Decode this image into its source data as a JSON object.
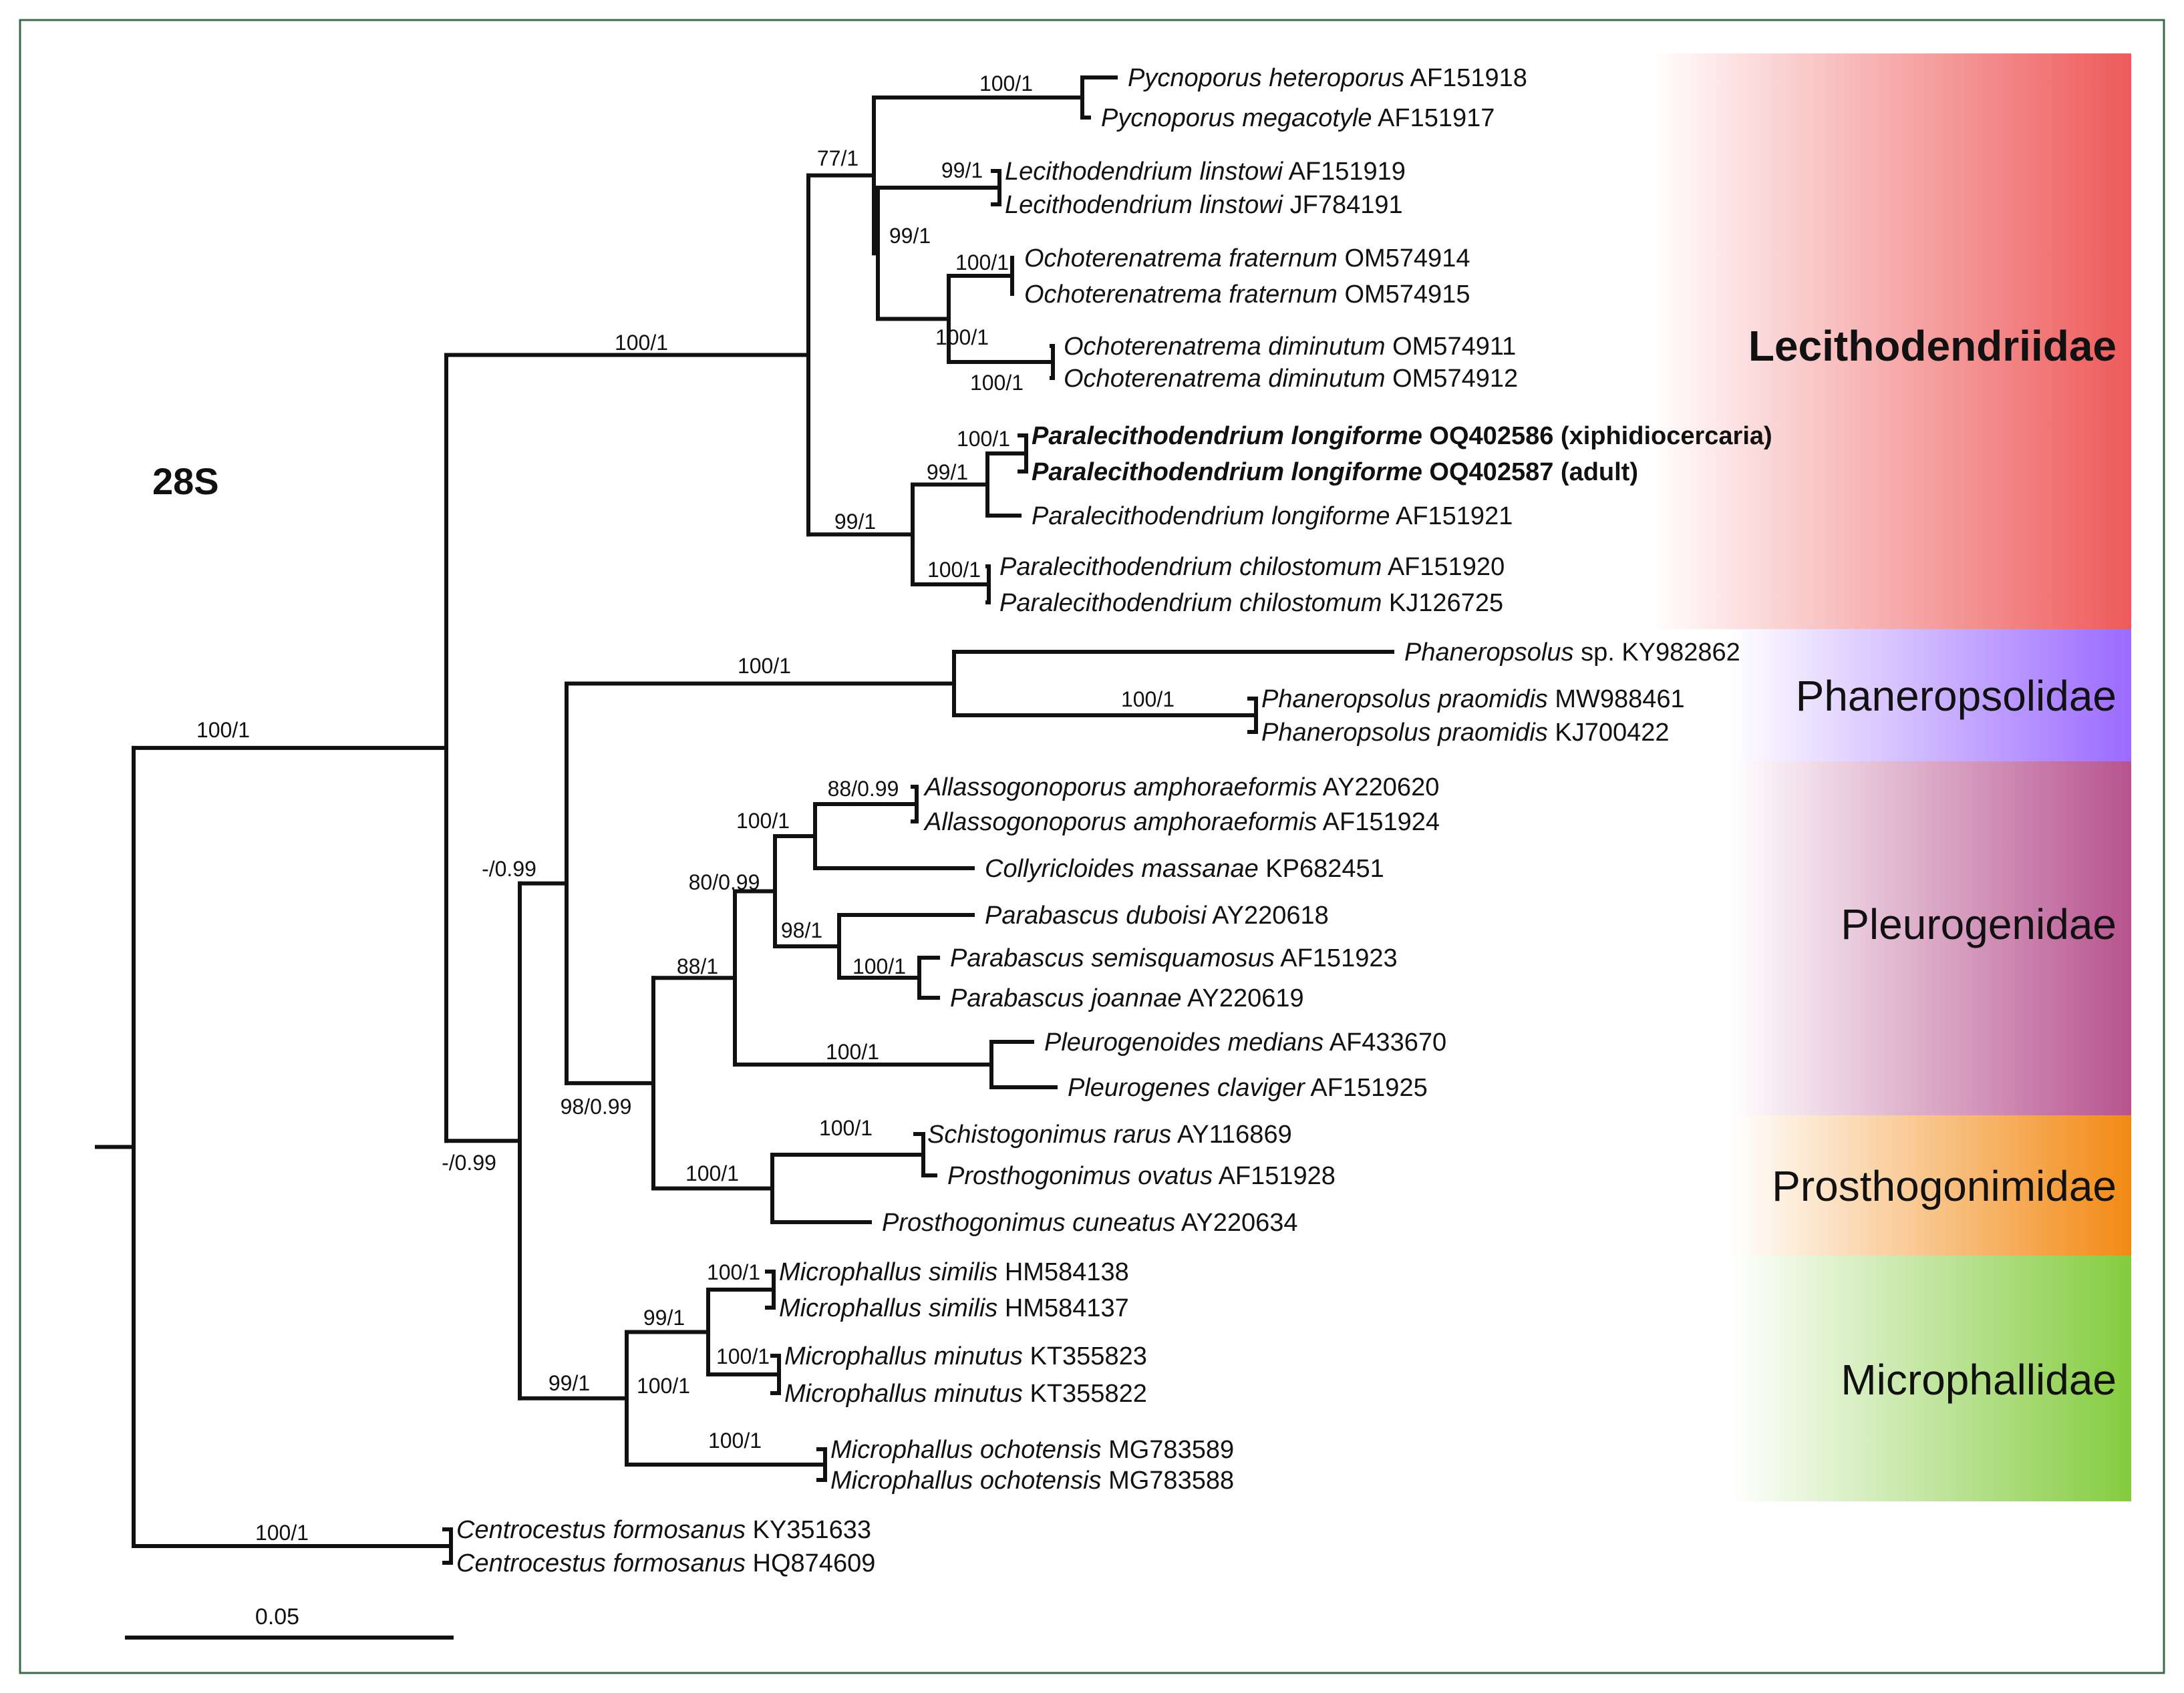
{
  "tree": {
    "title": "28S",
    "scale_label": "0.05",
    "taxa": [
      {
        "genus_species": "Pycnoporus heteroporus",
        "accession": "AF151918",
        "bold": false
      },
      {
        "genus_species": "Pycnoporus megacotyle",
        "accession": "AF151917",
        "bold": false
      },
      {
        "genus_species": "Lecithodendrium linstowi",
        "accession": "AF151919",
        "bold": false
      },
      {
        "genus_species": "Lecithodendrium linstowi",
        "accession": "JF784191",
        "bold": false
      },
      {
        "genus_species": "Ochoterenatrema fraternum",
        "accession": "OM574914",
        "bold": false
      },
      {
        "genus_species": "Ochoterenatrema fraternum",
        "accession": "OM574915",
        "bold": false
      },
      {
        "genus_species": "Ochoterenatrema diminutum",
        "accession": "OM574911",
        "bold": false
      },
      {
        "genus_species": "Ochoterenatrema diminutum",
        "accession": "OM574912",
        "bold": false
      },
      {
        "genus_species": "Paralecithodendrium longiforme",
        "accession": "OQ402586 (xiphidiocercaria)",
        "bold": true
      },
      {
        "genus_species": "Paralecithodendrium longiforme",
        "accession": "OQ402587 (adult)",
        "bold": true
      },
      {
        "genus_species": "Paralecithodendrium longiforme",
        "accession": "AF151921",
        "bold": false
      },
      {
        "genus_species": "Paralecithodendrium chilostomum",
        "accession": "AF151920",
        "bold": false
      },
      {
        "genus_species": "Paralecithodendrium chilostomum",
        "accession": "KJ126725",
        "bold": false
      },
      {
        "genus_species": "Phaneropsolus",
        "genus_suffix": " sp.",
        "accession": "KY982862",
        "bold": false
      },
      {
        "genus_species": "Phaneropsolus praomidis",
        "accession": "MW988461",
        "bold": false
      },
      {
        "genus_species": "Phaneropsolus praomidis",
        "accession": "KJ700422",
        "bold": false
      },
      {
        "genus_species": "Allassogonoporus amphoraeformis",
        "accession": "AY220620",
        "bold": false
      },
      {
        "genus_species": "Allassogonoporus amphoraeformis",
        "accession": "AF151924",
        "bold": false
      },
      {
        "genus_species": "Collyricloides massanae",
        "accession": "KP682451",
        "bold": false
      },
      {
        "genus_species": "Parabascus duboisi",
        "accession": "AY220618",
        "bold": false
      },
      {
        "genus_species": "Parabascus semisquamosus",
        "accession": "AF151923",
        "bold": false
      },
      {
        "genus_species": "Parabascus joannae",
        "accession": "AY220619",
        "bold": false
      },
      {
        "genus_species": "Pleurogenoides medians",
        "accession": "AF433670",
        "bold": false
      },
      {
        "genus_species": "Pleurogenes claviger",
        "accession": "AF151925",
        "bold": false
      },
      {
        "genus_species": "Schistogonimus rarus",
        "accession": "AY116869",
        "bold": false
      },
      {
        "genus_species": "Prosthogonimus ovatus",
        "accession": "AF151928",
        "bold": false
      },
      {
        "genus_species": "Prosthogonimus cuneatus",
        "accession": "AY220634",
        "bold": false
      },
      {
        "genus_species": "Microphallus similis",
        "accession": "HM584138",
        "bold": false
      },
      {
        "genus_species": "Microphallus similis",
        "accession": "HM584137",
        "bold": false
      },
      {
        "genus_species": "Microphallus minutus",
        "accession": "KT355823",
        "bold": false
      },
      {
        "genus_species": "Microphallus minutus",
        "accession": "KT355822",
        "bold": false
      },
      {
        "genus_species": "Microphallus ochotensis",
        "accession": "MG783589",
        "bold": false
      },
      {
        "genus_species": "Microphallus ochotensis",
        "accession": "MG783588",
        "bold": false
      },
      {
        "genus_species": "Centrocestus formosanus",
        "accession": "KY351633",
        "bold": false
      },
      {
        "genus_species": "Centrocestus formosanus",
        "accession": "HQ874609",
        "bold": false
      }
    ],
    "support_values": [
      "100/1",
      "77/1",
      "99/1",
      "99/1",
      "100/1",
      "100/1",
      "100/1",
      "100/1",
      "100/1",
      "99/1",
      "99/1",
      "100/1",
      "100/1",
      "100/1",
      "100/1",
      "88/0.99",
      "100/1",
      "80/0.99",
      "98/1",
      "100/1",
      "88/1",
      "100/1",
      "-/0.99",
      "98/0.99",
      "100/1",
      "100/1",
      "100/1",
      "99/1",
      "100/1",
      "100/1",
      "99/1",
      "-/0.99",
      "100/1",
      "100/1"
    ],
    "families": [
      {
        "name": "Lecithodendriidae",
        "bold": true,
        "color": "#ee5a5a"
      },
      {
        "name": "Phaneropsolidae",
        "bold": false,
        "color": "#9b6bff"
      },
      {
        "name": "Pleurogenidae",
        "bold": false,
        "color": "#b7538f"
      },
      {
        "name": "Prosthogonimidae",
        "bold": false,
        "color": "#f28a14"
      },
      {
        "name": "Microphallidae",
        "bold": false,
        "color": "#84cc3f"
      }
    ],
    "frame_color": "#3a6b4a"
  }
}
